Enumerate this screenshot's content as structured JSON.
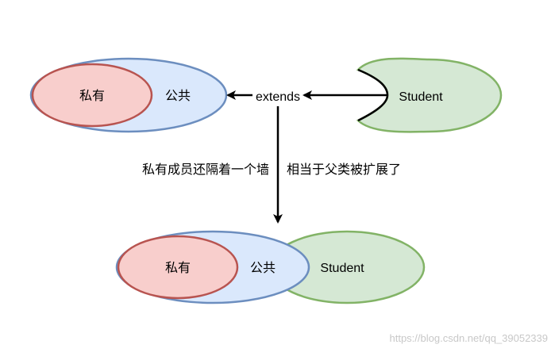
{
  "diagram": {
    "top_group": {
      "private_label": "私有",
      "public_label": "公共"
    },
    "student_label": "Student",
    "extends_label": "extends",
    "note_left": "私有成员还隔着一个墙",
    "note_right": "相当于父类被扩展了",
    "bottom_group": {
      "private_label": "私有",
      "public_label": "公共",
      "student_label": "Student"
    },
    "watermark": "https://blog.csdn.net/qq_39052339"
  },
  "colors": {
    "private_fill": "#f8cecc",
    "private_stroke": "#b85450",
    "public_fill": "#dae8fc",
    "public_stroke": "#6c8ebf",
    "student_fill": "#d5e8d4",
    "student_stroke": "#82b366",
    "arrow": "#000000"
  }
}
